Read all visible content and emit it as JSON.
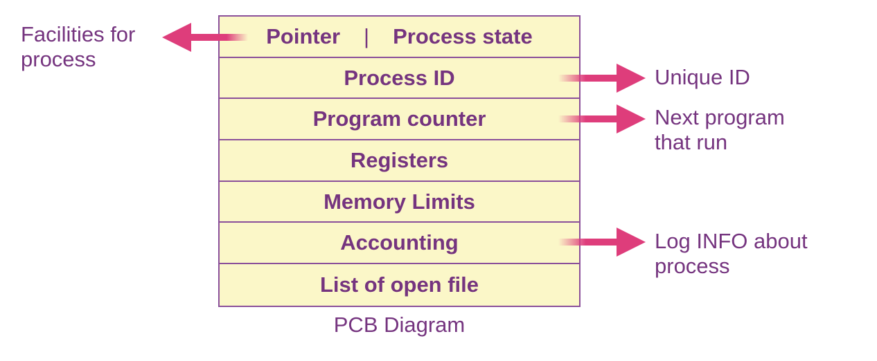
{
  "pcb": {
    "rows": [
      {
        "left": "Pointer",
        "separator": "|",
        "right": "Process state"
      },
      {
        "label": "Process ID"
      },
      {
        "label": "Program counter"
      },
      {
        "label": "Registers"
      },
      {
        "label": "Memory Limits"
      },
      {
        "label": "Accounting"
      },
      {
        "label": "List of open file"
      }
    ],
    "caption": "PCB Diagram"
  },
  "annotations": {
    "facilities": {
      "line1": "Facilities for",
      "line2": "process"
    },
    "unique_id": {
      "line1": "Unique ID"
    },
    "next_program": {
      "line1": "Next program",
      "line2": "that run"
    },
    "log_info": {
      "line1": "Log INFO about",
      "line2": "process"
    }
  },
  "colors": {
    "text": "#75347f",
    "border": "#8a4f9a",
    "cell_fill": "#fbf7c8",
    "arrow": "#de3d7b"
  }
}
